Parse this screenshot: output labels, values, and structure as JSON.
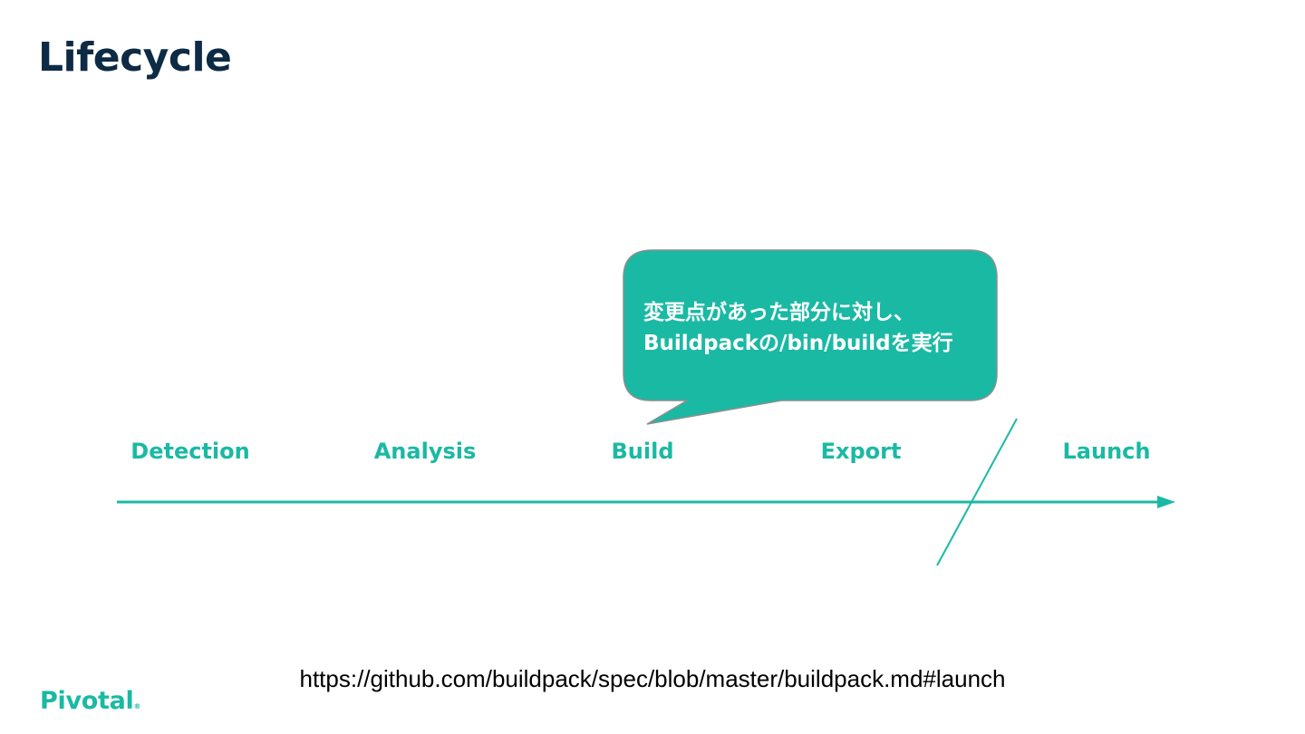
{
  "title": "Lifecycle",
  "callout": {
    "line1": "変更点があった部分に対し、",
    "line2": "Buildpackの/bin/buildを実行",
    "fill": "#1ab9a4",
    "stroke": "#8a8f8f"
  },
  "stages": [
    {
      "label": "Detection"
    },
    {
      "label": "Analysis"
    },
    {
      "label": "Build"
    },
    {
      "label": "Export"
    },
    {
      "label": "Launch"
    }
  ],
  "accent_color": "#1ab9a4",
  "title_color": "#0d2b45",
  "source_url": "https://github.com/buildpack/spec/blob/master/buildpack.md#launch",
  "logo": {
    "name": "Pivotal"
  }
}
